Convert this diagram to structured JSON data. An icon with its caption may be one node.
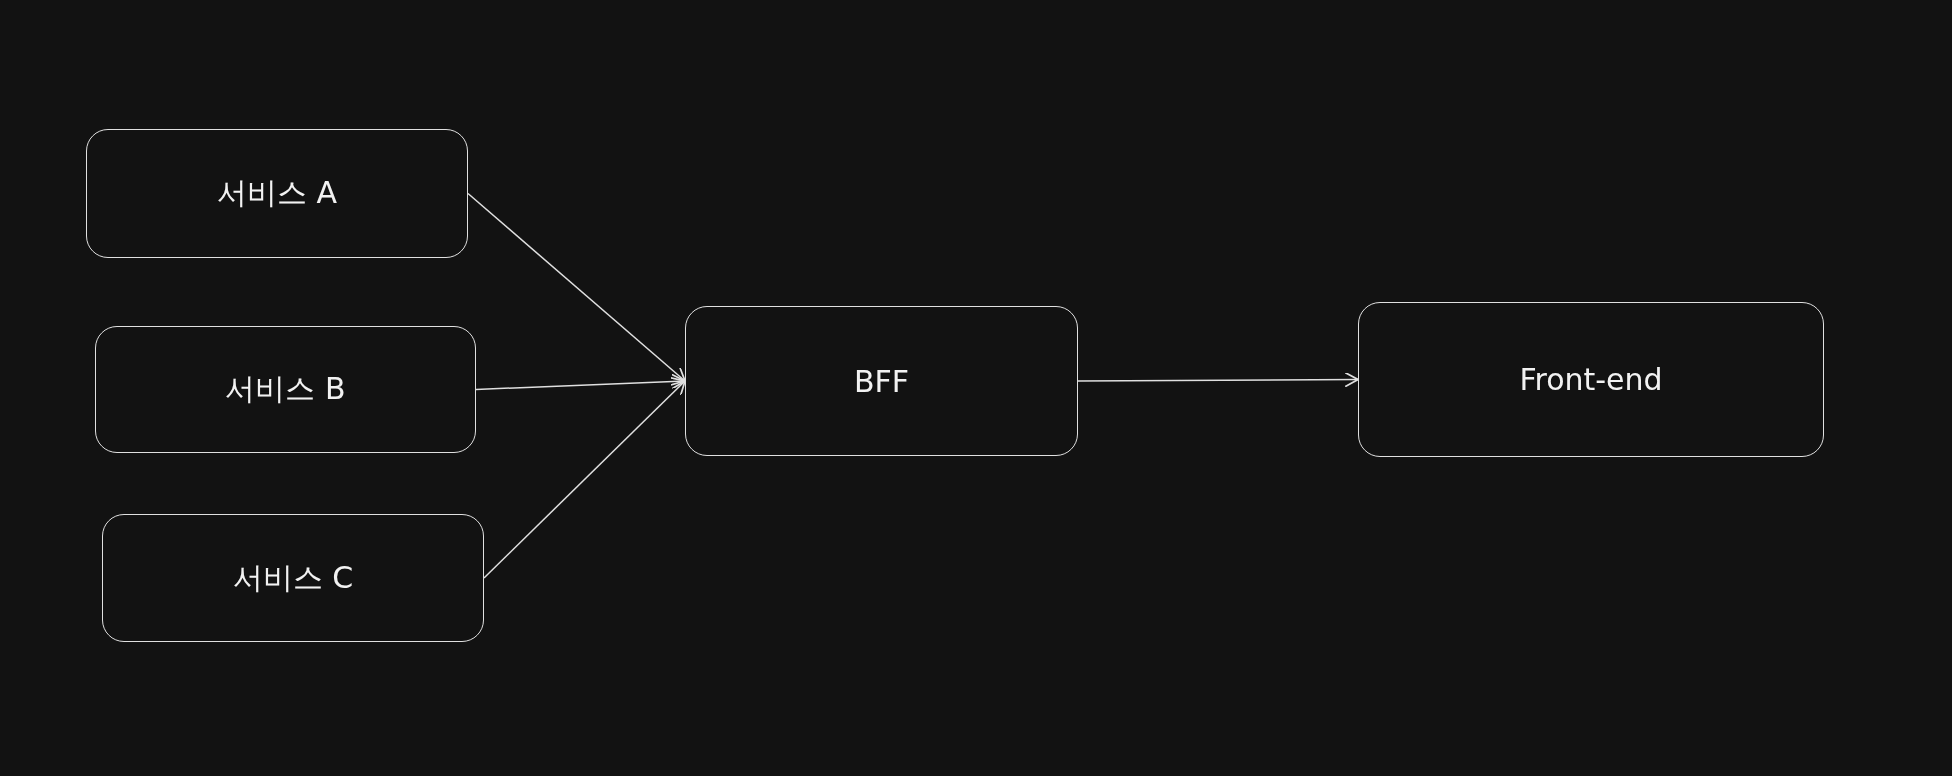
{
  "diagram": {
    "nodes": [
      {
        "text": [
          "서비스 A"
        ]
      },
      {
        "text": [
          "서비스 B"
        ]
      },
      {
        "text": [
          "서비스 C"
        ]
      },
      {
        "text": [
          "BFF"
        ]
      },
      {
        "text": [
          "Front-end"
        ]
      }
    ],
    "edges": [
      {
        "from": 0,
        "to": 3,
        "arrow": "to"
      },
      {
        "from": 1,
        "to": 3,
        "arrow": "to"
      },
      {
        "from": 2,
        "to": 3,
        "arrow": "to"
      },
      {
        "from": 3,
        "to": 4,
        "arrow": "to"
      }
    ]
  }
}
